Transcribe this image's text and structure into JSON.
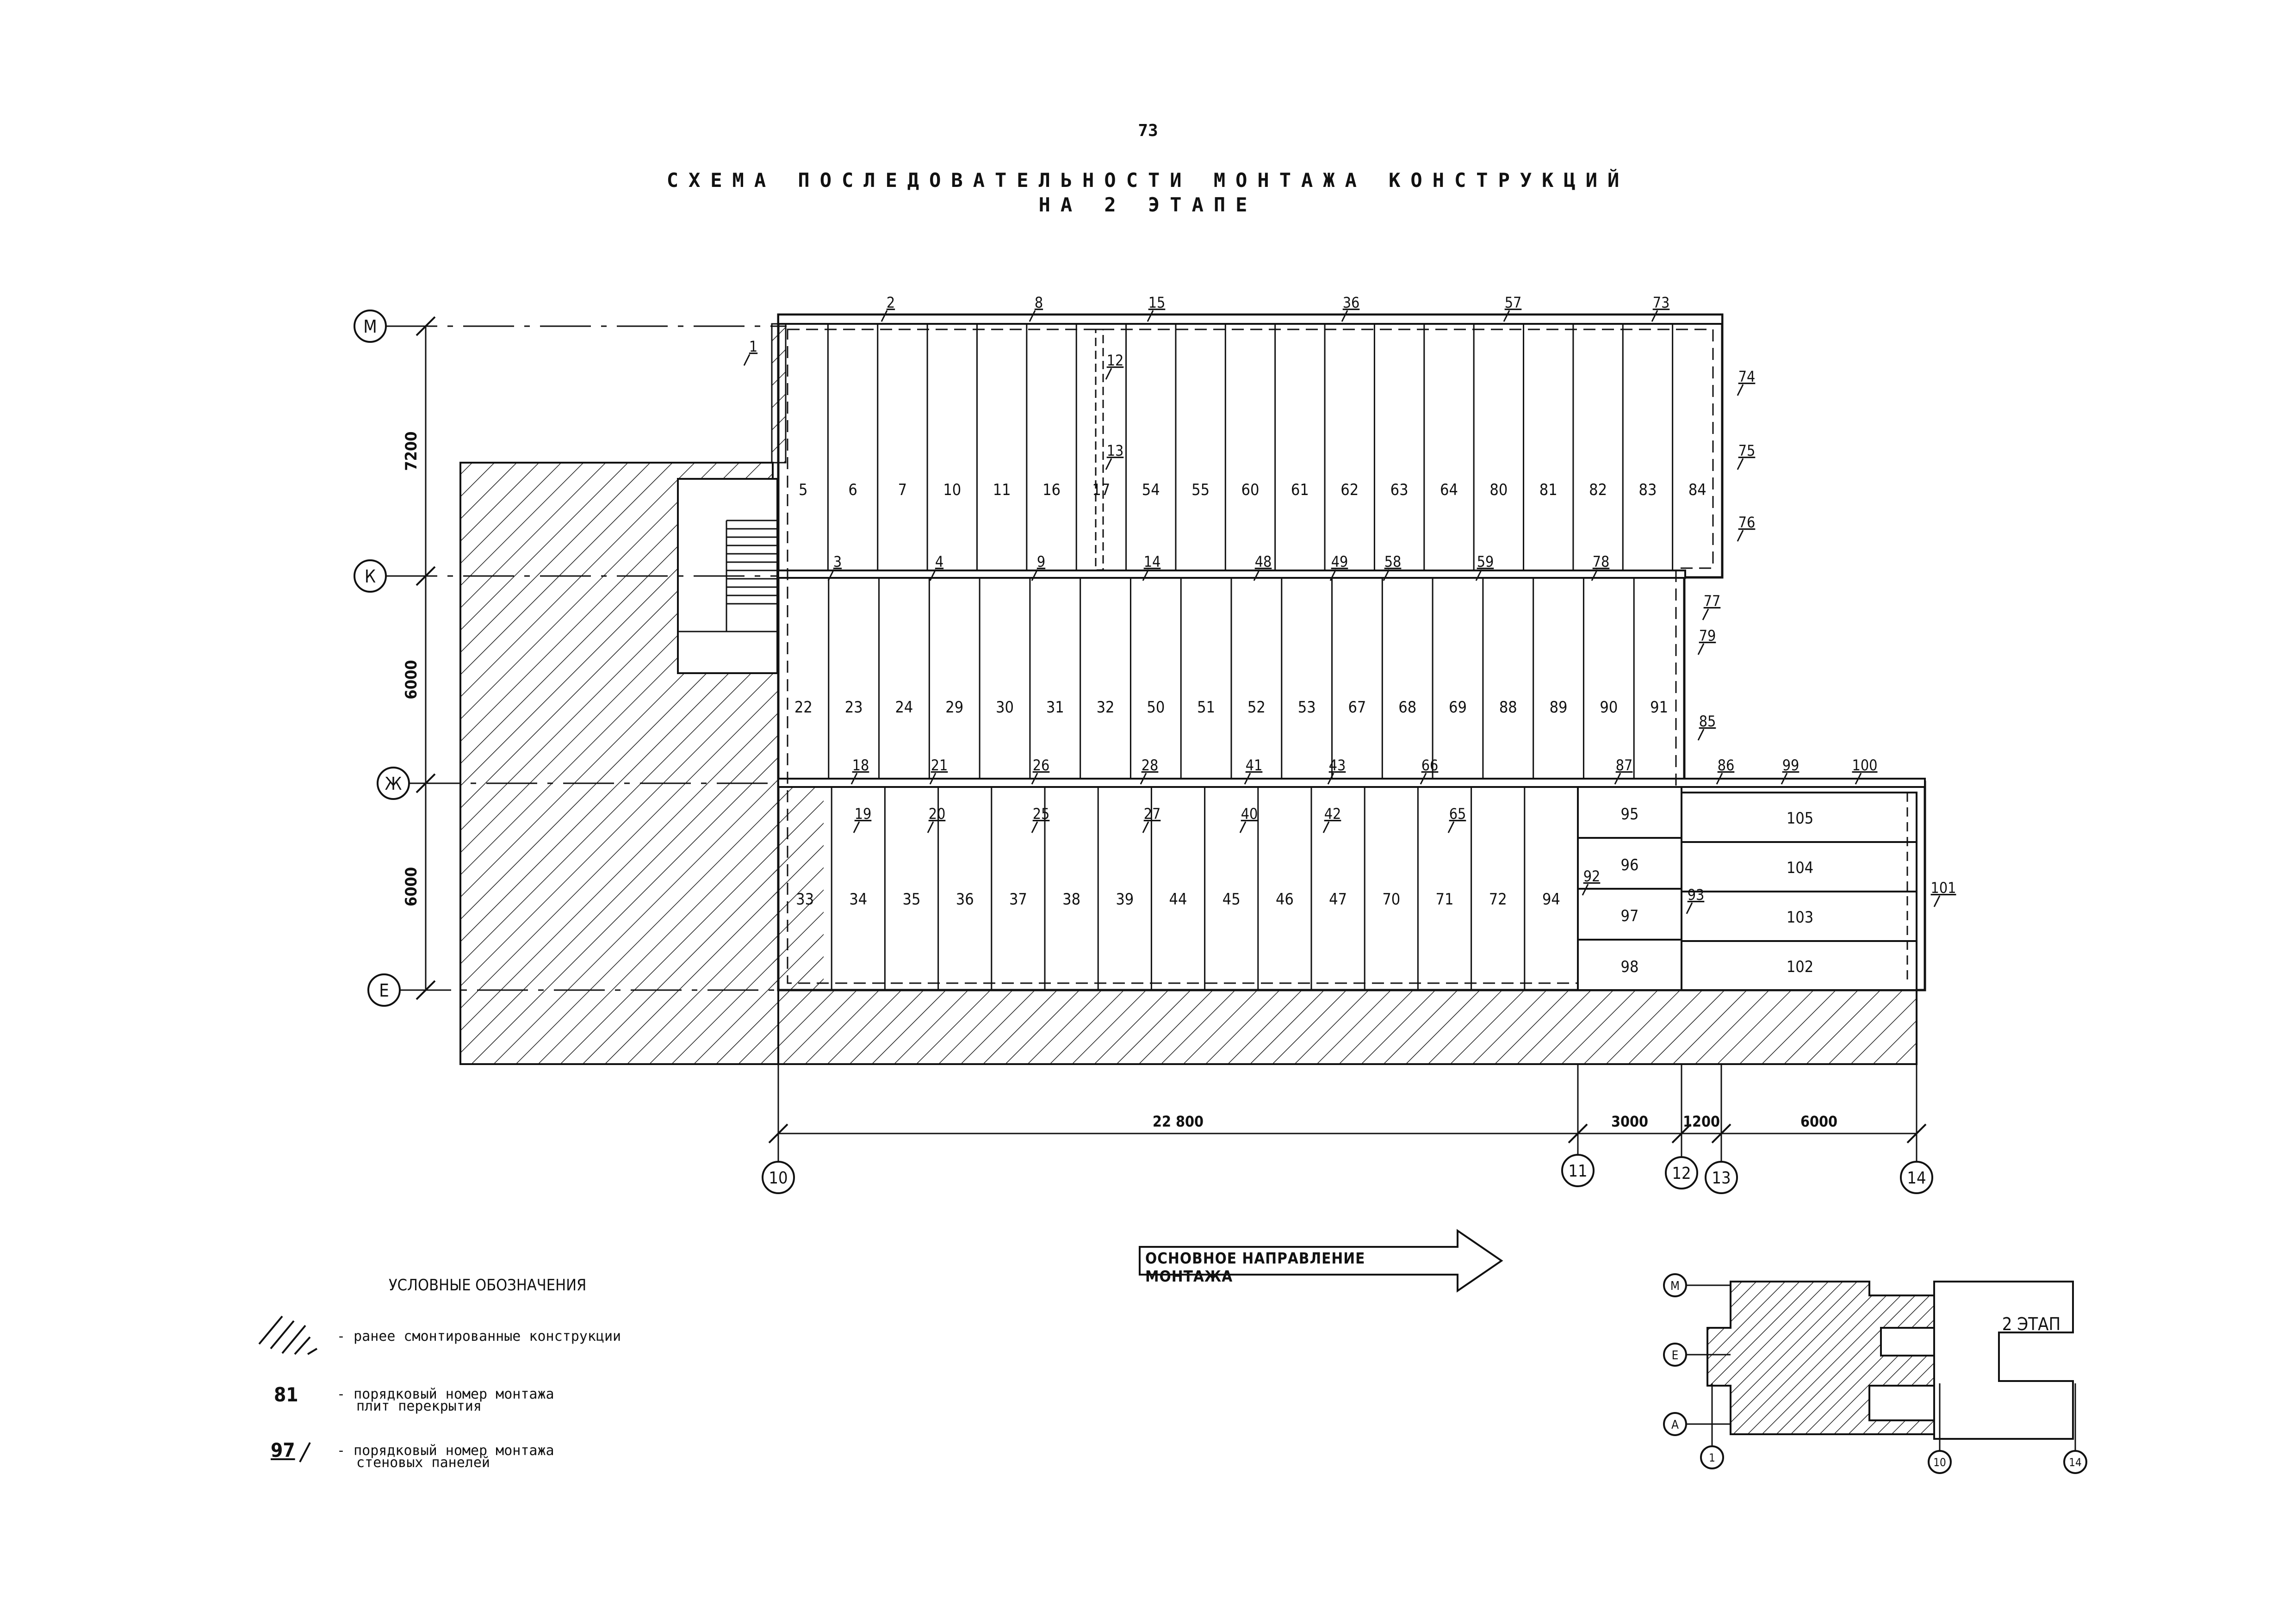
{
  "page_number": "73",
  "title": {
    "line1": "СХЕМА ПОСЛЕДОВАТЕЛЬНОСТИ МОНТАЖА КОНСТРУКЦИЙ",
    "line2": "НА 2 ЭТАПЕ"
  },
  "axes": {
    "rows": [
      {
        "label": "М"
      },
      {
        "label": "К"
      },
      {
        "label": "Ж"
      },
      {
        "label": "Е"
      }
    ],
    "cols": [
      {
        "label": "10"
      },
      {
        "label": "11"
      },
      {
        "label": "12"
      },
      {
        "label": "13"
      },
      {
        "label": "14"
      }
    ]
  },
  "dimensions": {
    "vertical": [
      "7200",
      "6000",
      "6000"
    ],
    "horizontal": [
      "22 800",
      "3000",
      "1200",
      "6000"
    ]
  },
  "slabs": {
    "rowMK": [
      "5",
      "6",
      "7",
      "10",
      "11",
      "16",
      "17",
      "54",
      "55",
      "60",
      "61",
      "62",
      "63",
      "64",
      "80",
      "81",
      "82",
      "83",
      "84"
    ],
    "rowKZh": [
      "22",
      "23",
      "24",
      "29",
      "30",
      "31",
      "32",
      "50",
      "51",
      "52",
      "53",
      "67",
      "68",
      "69",
      "88",
      "89",
      "90",
      "91"
    ],
    "rowZhE": [
      "33",
      "34",
      "35",
      "36",
      "37",
      "38",
      "39",
      "44",
      "45",
      "46",
      "47",
      "70",
      "71",
      "72",
      "94"
    ],
    "block11_12": [
      "95",
      "96",
      "97",
      "98"
    ],
    "block13_14": [
      "105",
      "104",
      "103",
      "102"
    ]
  },
  "walls": {
    "topM": [
      "1",
      "2",
      "8",
      "15",
      "36",
      "57",
      "73"
    ],
    "side": [
      "12",
      "13",
      "74",
      "75",
      "76",
      "77",
      "79",
      "85",
      "101"
    ],
    "axisK": [
      "3",
      "4",
      "9",
      "14",
      "48",
      "49",
      "58",
      "59",
      "78"
    ],
    "axisZhTop": [
      "18",
      "21",
      "26",
      "28",
      "41",
      "43",
      "66",
      "87",
      "86",
      "99",
      "100"
    ],
    "axisZhBottom": [
      "19",
      "20",
      "25",
      "27",
      "40",
      "42",
      "65"
    ],
    "inner": [
      "92",
      "93"
    ]
  },
  "arrow_label": "ОСНОВНОЕ НАПРАВЛЕНИЕ МОНТАЖА",
  "key_plan": {
    "stage_label": "2 ЭТАП",
    "rows": [
      "М",
      "Е",
      "А"
    ],
    "cols": [
      "1",
      "10",
      "14"
    ]
  },
  "legend": {
    "title": "УСЛОВНЫЕ ОБОЗНАЧЕНИЯ",
    "hatch_text": "- ранее смонтированные конструкции",
    "slab_example": "81",
    "slab_text_1": "- порядковый номер монтажа",
    "slab_text_2": "плит перекрытия",
    "wall_example": "97",
    "wall_text_1": "- порядковый номер монтажа",
    "wall_text_2": "стеновых панелей"
  }
}
